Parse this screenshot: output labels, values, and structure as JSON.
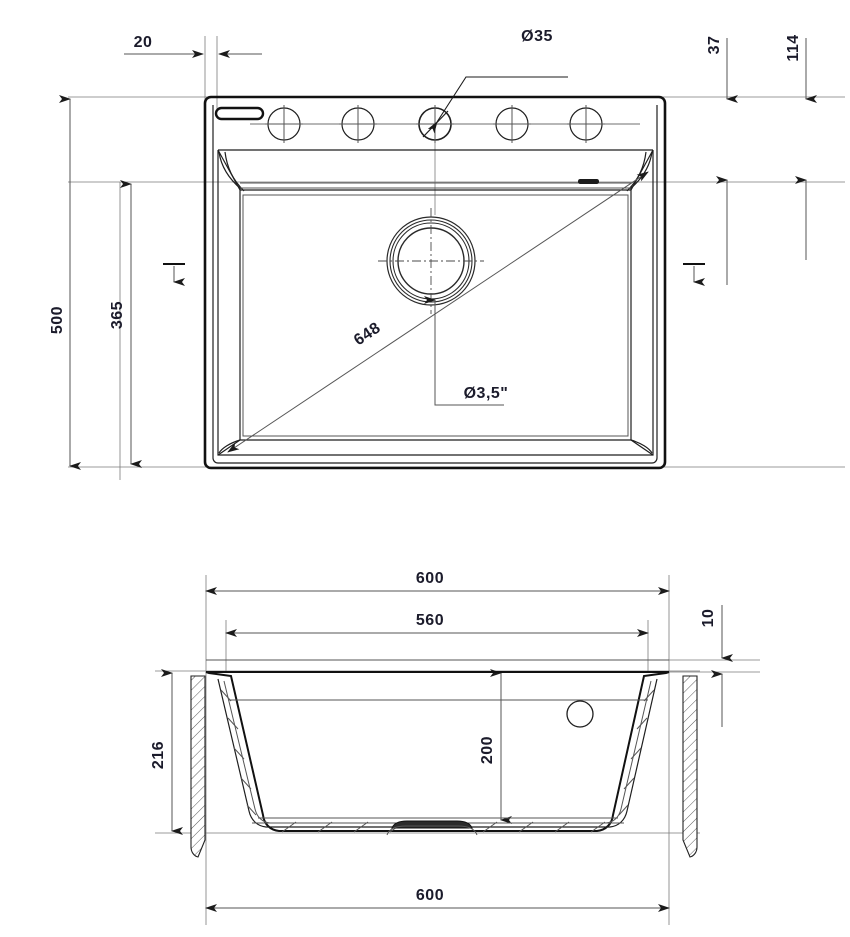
{
  "drawing": {
    "title": "Kitchen sink technical drawing",
    "units": "mm",
    "views": {
      "top": {
        "name": "top-view",
        "dimensions": {
          "left_offset": "20",
          "overall_height": "500",
          "bowl_height": "365",
          "tap_hole_diameter": "Ø35",
          "top_edge_to_holes": "37",
          "top_edge_to_bowl": "114",
          "diagonal": "648",
          "drain_diameter": "Ø3,5\""
        },
        "features": {
          "tap_hole_count": 5,
          "overflow_slot": "overflow-slot",
          "drain": "drain-outlet"
        }
      },
      "section": {
        "name": "section-view",
        "dimensions": {
          "overall_width_top": "600",
          "bowl_width": "560",
          "flange_thickness": "10",
          "overall_depth": "216",
          "bowl_depth": "200",
          "overall_width_bottom": "600"
        },
        "features": {
          "overflow_hole": "overflow-hole",
          "drain_recess": "drain-recess"
        }
      }
    },
    "colors": {
      "line_dark": "#111111",
      "line_thin": "#6f6f6f",
      "text": "#1b1b2b",
      "background": "#ffffff"
    }
  }
}
